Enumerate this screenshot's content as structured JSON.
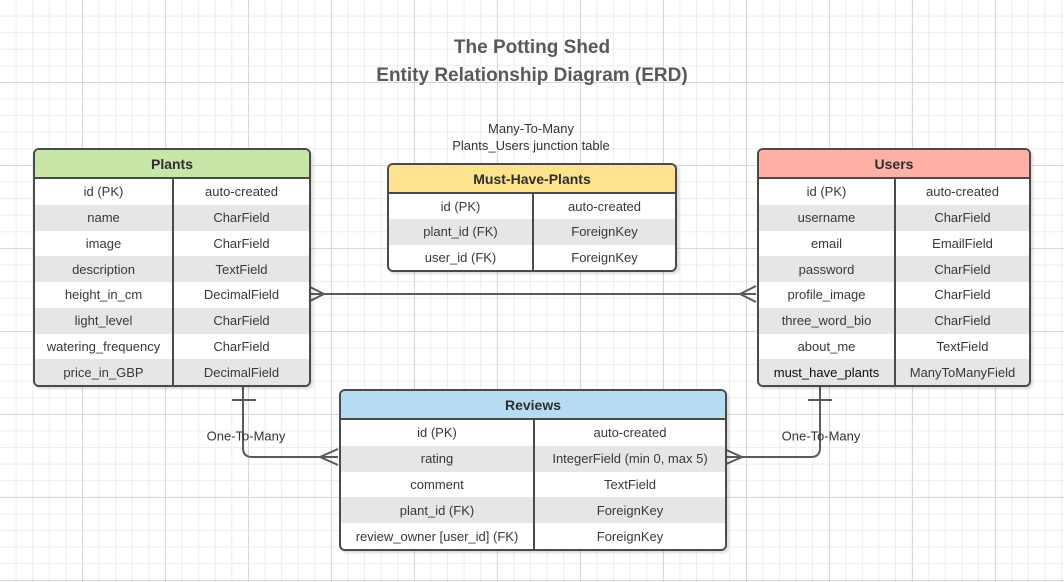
{
  "title": {
    "line1": "The Potting Shed",
    "line2": "Entity Relationship Diagram (ERD)"
  },
  "junction_note": {
    "line1": "Many-To-Many",
    "line2": "Plants_Users junction table"
  },
  "relationship_labels": {
    "plants_reviews": "One-To-Many",
    "users_reviews": "One-To-Many"
  },
  "colors": {
    "plants_header": "#c7e6a8",
    "junction_header": "#fce38c",
    "users_header": "#ffb1a6",
    "reviews_header": "#b6dcf4",
    "row_alt": "#e6e6e6",
    "table_border": "#4a4a4a",
    "connector_line": "#5a5a5a",
    "title_text": "#595959",
    "body_text": "#383838"
  },
  "tables": {
    "plants": {
      "title": "Plants",
      "rows": [
        [
          "id (PK)",
          "auto-created"
        ],
        [
          "name",
          "CharField"
        ],
        [
          "image",
          "CharField"
        ],
        [
          "description",
          "TextField"
        ],
        [
          "height_in_cm",
          "DecimalField"
        ],
        [
          "light_level",
          "CharField"
        ],
        [
          "watering_frequency",
          "CharField"
        ],
        [
          "price_in_GBP",
          "DecimalField"
        ]
      ]
    },
    "must_have_plants": {
      "title": "Must-Have-Plants",
      "rows": [
        [
          "id (PK)",
          "auto-created"
        ],
        [
          "plant_id (FK)",
          "ForeignKey"
        ],
        [
          "user_id (FK)",
          "ForeignKey"
        ]
      ]
    },
    "users": {
      "title": "Users",
      "rows": [
        [
          "id (PK)",
          "auto-created"
        ],
        [
          "username",
          "CharField"
        ],
        [
          "email",
          "EmailField"
        ],
        [
          "password",
          "CharField"
        ],
        [
          "profile_image",
          "CharField"
        ],
        [
          "three_word_bio",
          "CharField"
        ],
        [
          "about_me",
          "TextField"
        ],
        [
          "must_have_plants",
          "ManyToManyField"
        ]
      ]
    },
    "reviews": {
      "title": "Reviews",
      "rows": [
        [
          "id (PK)",
          "auto-created"
        ],
        [
          "rating",
          "IntegerField (min 0, max 5)"
        ],
        [
          "comment",
          "TextField"
        ],
        [
          "plant_id (FK)",
          "ForeignKey"
        ],
        [
          "review_owner [user_id] (FK)",
          "ForeignKey"
        ]
      ]
    }
  }
}
